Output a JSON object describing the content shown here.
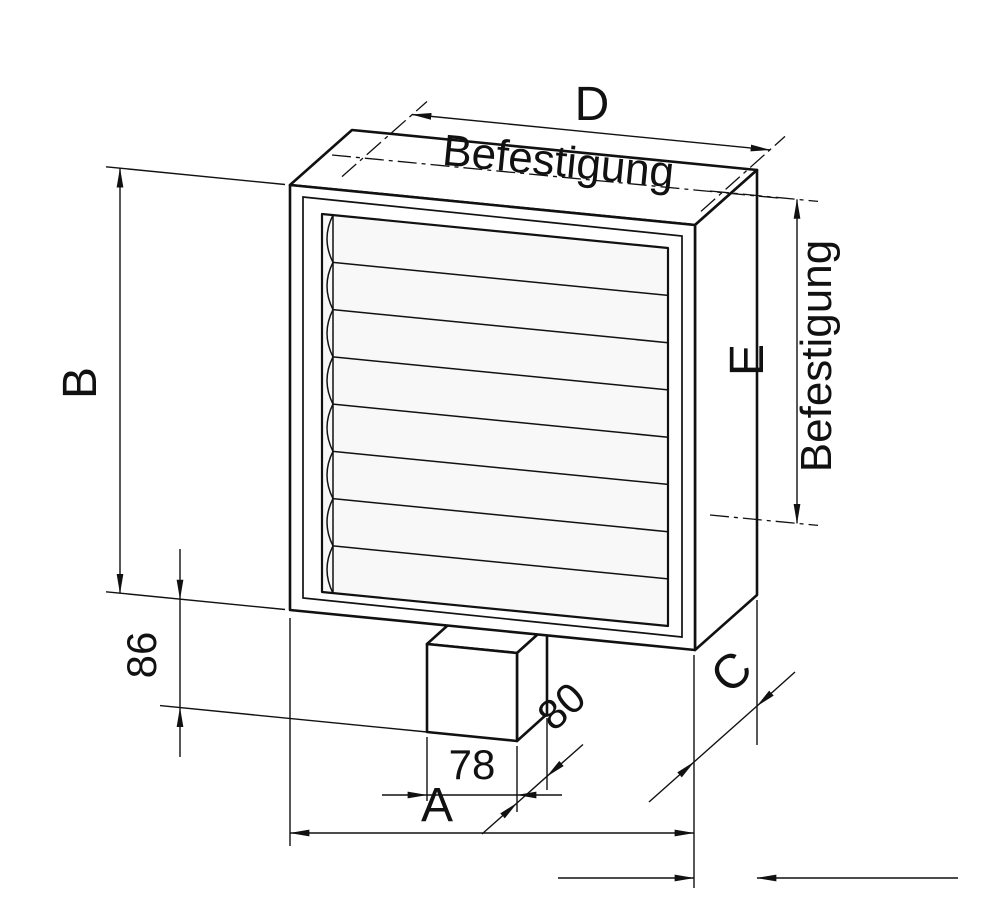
{
  "diagram": {
    "background": "#ffffff",
    "line_color": "#111111",
    "labels": {
      "dim_d": "D",
      "befestigung_top": "Befestigung",
      "dim_b": "B",
      "dim_e": "E",
      "befestigung_right": "Befestigung",
      "dim_86": "86",
      "dim_78": "78",
      "dim_80": "80",
      "dim_c": "C",
      "dim_a": "A"
    }
  }
}
